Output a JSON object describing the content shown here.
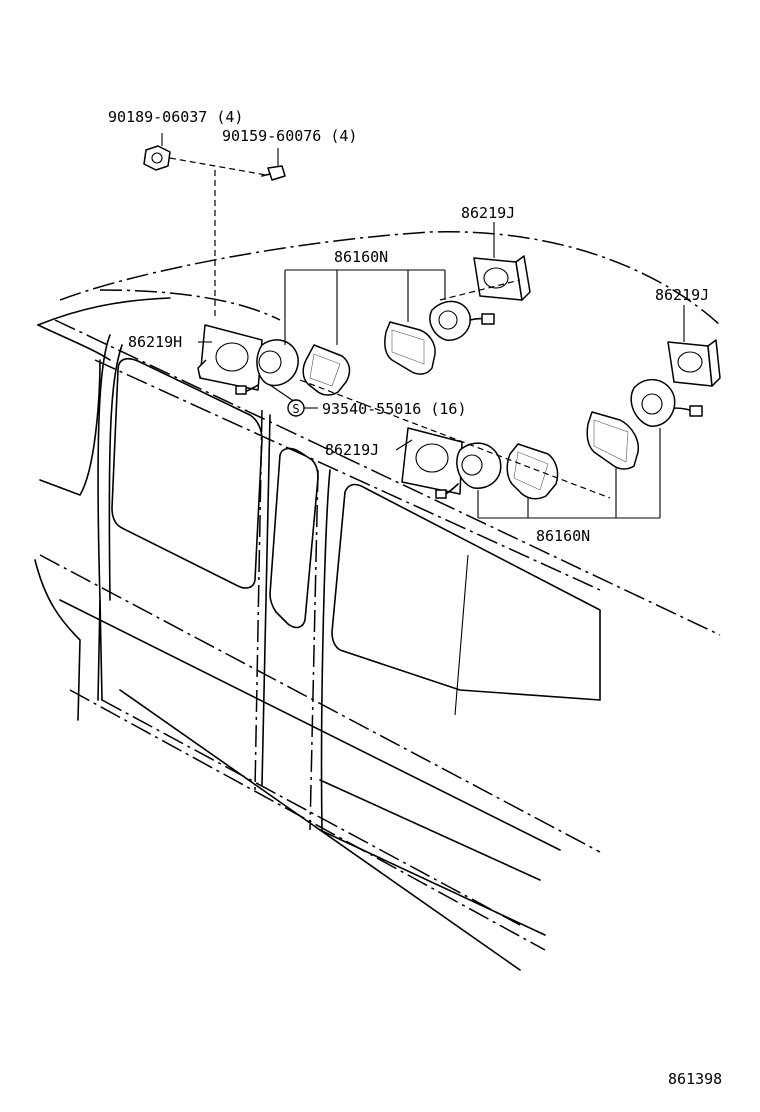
{
  "labels": {
    "nut_part": "90189-06037 (4)",
    "bolt_part": "90159-60076 (4)",
    "bracket_h": "86219H",
    "bracket_j_top": "86219J",
    "bracket_j_right": "86219J",
    "bracket_j_mid": "86219J",
    "speaker_top": "86160N",
    "speaker_bottom": "86160N",
    "screw_symbol": "S",
    "screw_part": "93540-55016 (16)",
    "diagram_id": "861398"
  }
}
